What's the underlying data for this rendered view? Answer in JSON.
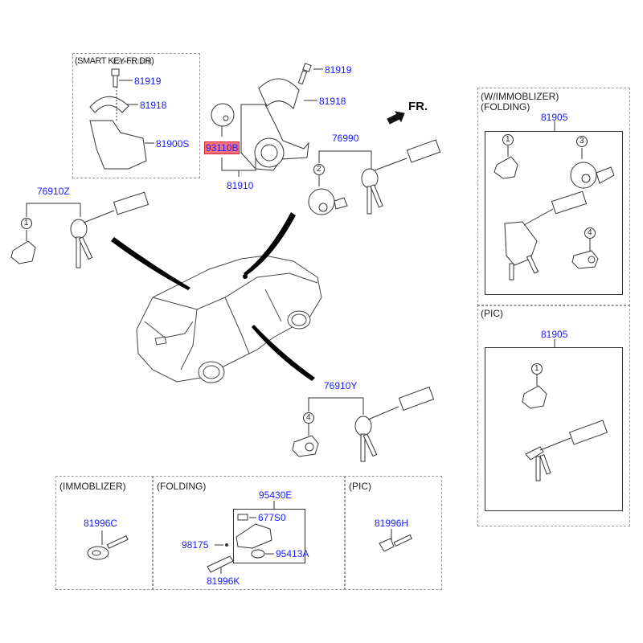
{
  "diagram": {
    "type": "parts-exploded-view",
    "direction_marker": "FR.",
    "colors": {
      "part_number": "#1a1aff",
      "highlight_fill": "#f4737f",
      "highlight_border": "#d8202f",
      "text": "#222222"
    },
    "groups": {
      "smart_key": {
        "header": "(SMART KEY-FR DR)",
        "header_overlap": "820-01020B",
        "parts": [
          "81919",
          "81918",
          "81900S"
        ]
      },
      "steering_lock": {
        "parts": [
          "81919",
          "81918",
          "93110B",
          "81910"
        ],
        "highlighted": "93110B"
      },
      "key_set_76990": {
        "part": "76990",
        "callout": "2"
      },
      "key_set_76910Z": {
        "part": "76910Z",
        "callout": "1"
      },
      "key_set_76910Y": {
        "part": "76910Y",
        "callout": "4"
      },
      "immobilizer_folding": {
        "header1": "(W/IMMOBLIZER)",
        "header2": "(FOLDING)",
        "part": "81905",
        "callouts": [
          "1",
          "3",
          "4"
        ]
      },
      "pic": {
        "header": "(PIC)",
        "part": "81905",
        "callouts": [
          "1"
        ]
      },
      "bottom_immobilizer": {
        "header": "(IMMOBLIZER)",
        "part": "81996C"
      },
      "bottom_folding": {
        "header": "(FOLDING)",
        "parts": [
          "95430E",
          "677S0",
          "98175",
          "95413A",
          "81996K"
        ]
      },
      "bottom_pic": {
        "header": "(PIC)",
        "part": "81996H"
      }
    }
  }
}
